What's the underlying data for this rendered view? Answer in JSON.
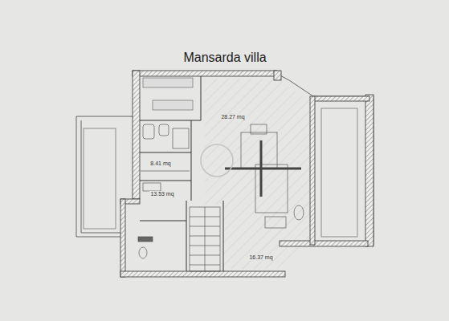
{
  "diagram": {
    "title": "Mansarda villa",
    "labels": [
      "28.27 mq",
      "8.41 mq",
      "13.53 mq",
      "16.37 mq"
    ]
  }
}
